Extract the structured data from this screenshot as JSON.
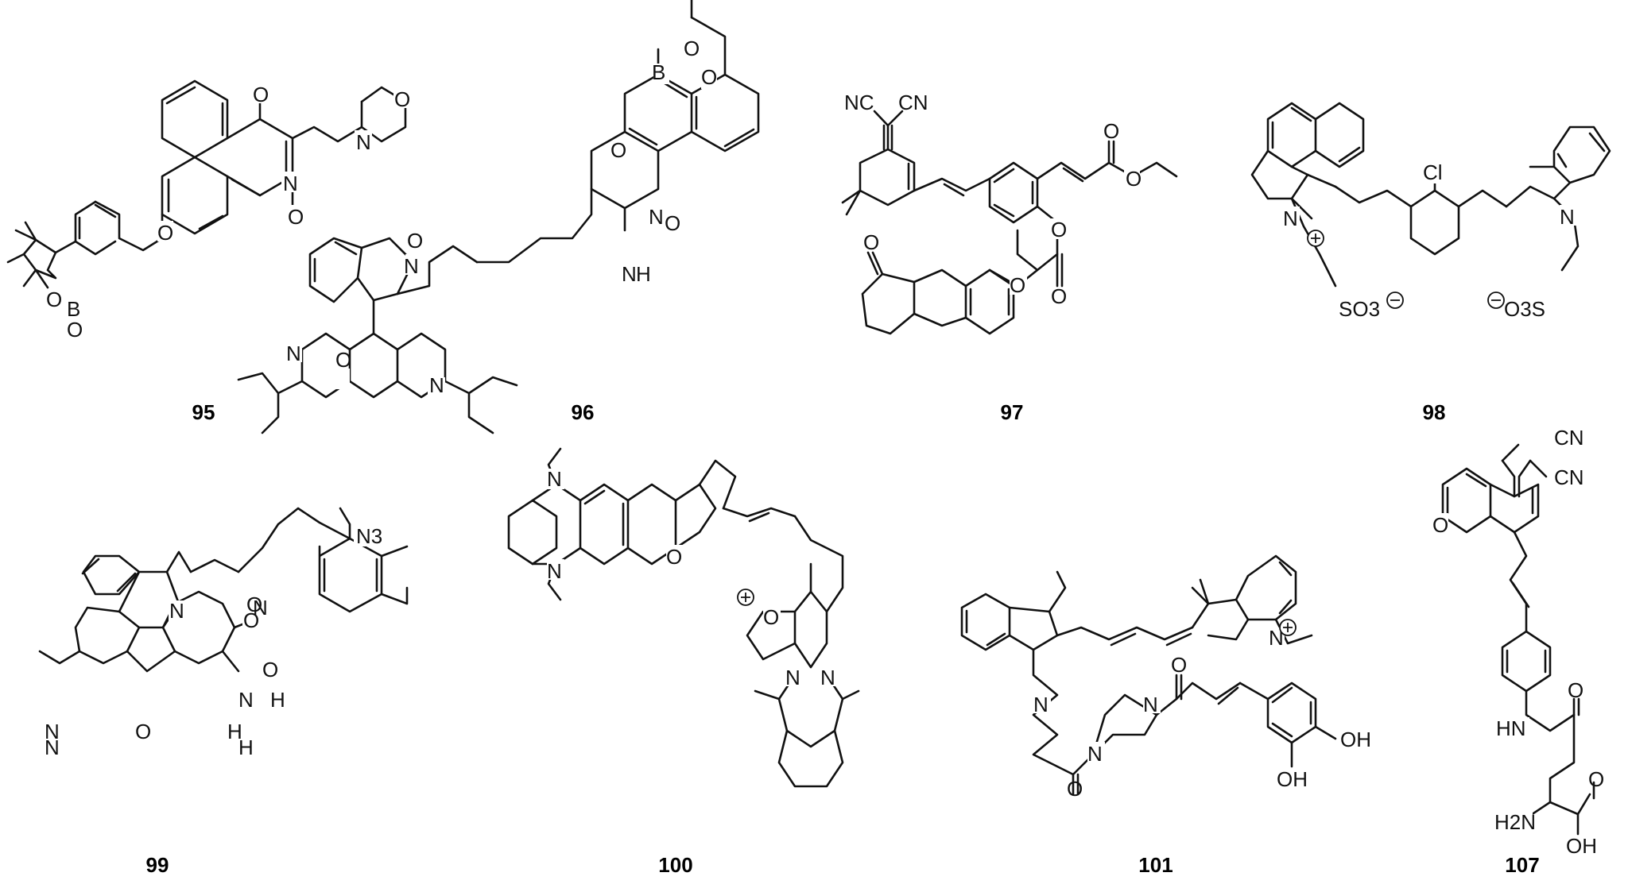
{
  "compounds": [
    {
      "id": "95",
      "atoms": [
        "O",
        "N",
        "O",
        "N",
        "O",
        "O",
        "B",
        "O",
        "O"
      ]
    },
    {
      "id": "96",
      "atoms": [
        "O",
        "B",
        "O",
        "O",
        "N",
        "O",
        "O",
        "N",
        "N",
        "H",
        "N",
        "O",
        "N"
      ]
    },
    {
      "id": "97",
      "atoms": [
        "NC",
        "CN",
        "O",
        "O",
        "O",
        "O",
        "O",
        "O"
      ]
    },
    {
      "id": "98",
      "atoms": [
        "Cl",
        "N",
        "N",
        "SO3",
        "O3S"
      ],
      "charges": [
        "+",
        "−",
        "−"
      ]
    },
    {
      "id": "99",
      "atoms": [
        "N3",
        "O",
        "N",
        "O",
        "O",
        "N",
        "N",
        "H",
        "H",
        "N",
        "O",
        "H",
        "N"
      ]
    },
    {
      "id": "100",
      "atoms": [
        "N",
        "N",
        "O",
        "O",
        "N",
        "N"
      ],
      "charges": [
        "+"
      ]
    },
    {
      "id": "101",
      "atoms": [
        "N",
        "N",
        "O",
        "N",
        "N",
        "O",
        "OH",
        "OH"
      ],
      "charges": [
        "+"
      ]
    },
    {
      "id": "107",
      "atoms": [
        "CN",
        "CN",
        "O",
        "HN",
        "O",
        "H2N",
        "O",
        "OH"
      ]
    }
  ],
  "colors": {
    "ink": "#111111",
    "background": "#ffffff"
  }
}
